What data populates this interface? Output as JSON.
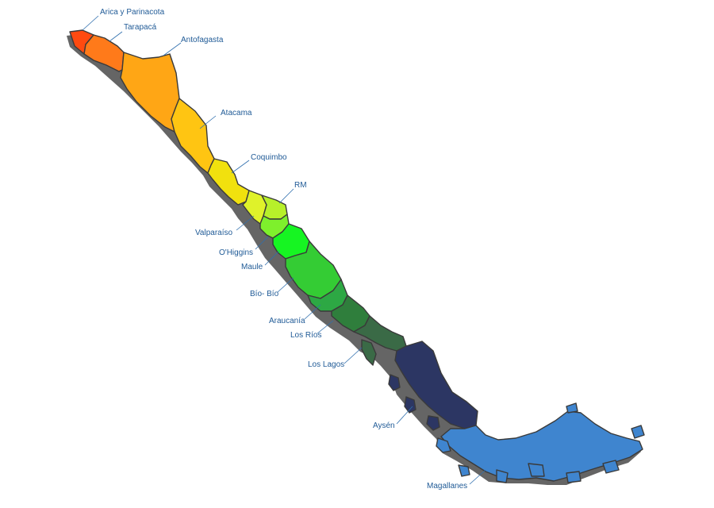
{
  "map": {
    "title": "",
    "regions": [
      {
        "id": "arica",
        "label": "Arica y Parinacota",
        "color": "#ff4a10"
      },
      {
        "id": "tarapaca",
        "label": "Tarapacá",
        "color": "#ff7a1a"
      },
      {
        "id": "antofagasta",
        "label": "Antofagasta",
        "color": "#ffa615"
      },
      {
        "id": "atacama",
        "label": "Atacama",
        "color": "#ffc512"
      },
      {
        "id": "coquimbo",
        "label": "Coquimbo",
        "color": "#f1e10e"
      },
      {
        "id": "valparaiso",
        "label": "Valparaíso",
        "color": "#dff22a"
      },
      {
        "id": "rm",
        "label": "RM",
        "color": "#b7f02a"
      },
      {
        "id": "ohiggins",
        "label": "O'Higgins",
        "color": "#7ef02c"
      },
      {
        "id": "maule",
        "label": "Maule",
        "color": "#16f522"
      },
      {
        "id": "biobio",
        "label": "Bío- Bío",
        "color": "#34cc34"
      },
      {
        "id": "araucania",
        "label": "Araucanía",
        "color": "#2da844"
      },
      {
        "id": "losrios",
        "label": "Los Ríos",
        "color": "#2f7e3c"
      },
      {
        "id": "loslagos",
        "label": "Los Lagos",
        "color": "#3a6a46"
      },
      {
        "id": "aysen",
        "label": "Aysén",
        "color": "#2c3663"
      },
      {
        "id": "magallanes",
        "label": "Magallanes",
        "color": "#3f85cf"
      }
    ]
  }
}
